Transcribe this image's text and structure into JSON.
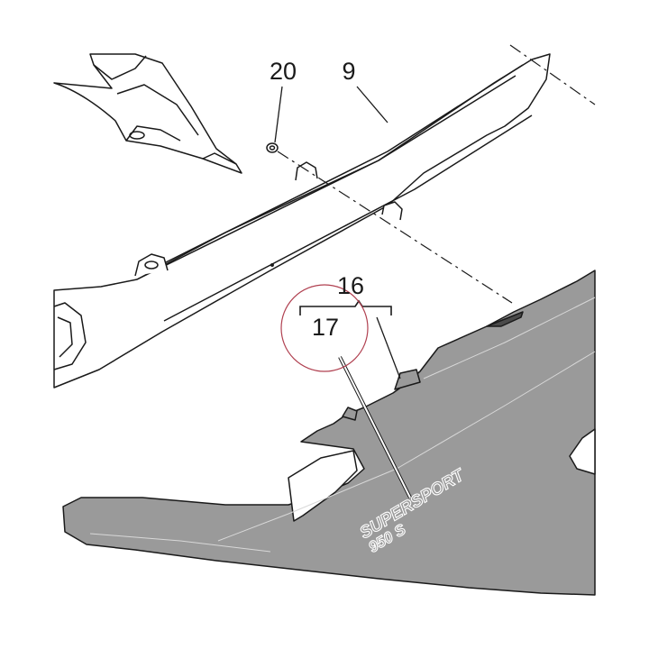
{
  "callouts": {
    "part_20": "20",
    "part_9": "9",
    "part_16": "16",
    "part_17": "17"
  },
  "decal": {
    "line1": "SUPERSPORT",
    "line2": "950 S"
  },
  "colors": {
    "line": "#1a1a1a",
    "panel_fill": "#9a9a9a",
    "highlight_circle": "#b04050"
  }
}
